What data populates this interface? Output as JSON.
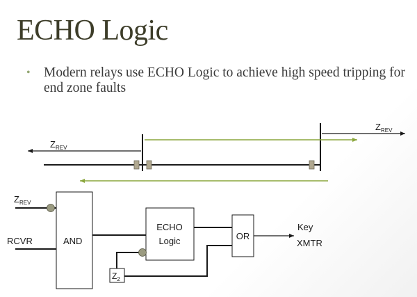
{
  "slide": {
    "title": "ECHO Logic",
    "bullet": "Modern relays use ECHO Logic to  achieve high speed tripping for end zone faults"
  },
  "diagram": {
    "zrev_left_main": "Z",
    "zrev_left_sub": "REV",
    "zrev_right_main": "Z",
    "zrev_right_sub": "REV",
    "zrev_input_main": "Z",
    "zrev_input_sub": "REV",
    "rcvr": "RCVR",
    "and_gate": "AND",
    "echo_line1": "ECHO",
    "echo_line2": "Logic",
    "or_gate": "OR",
    "key_line1": "Key",
    "key_line2": "XMTR",
    "timer_main": "Z",
    "timer_sub": "2",
    "colors": {
      "line": "#1a1a1a",
      "signal_arrow": "#8aa63c",
      "breaker": "#b0a890",
      "contact": "#9a9a80"
    }
  }
}
